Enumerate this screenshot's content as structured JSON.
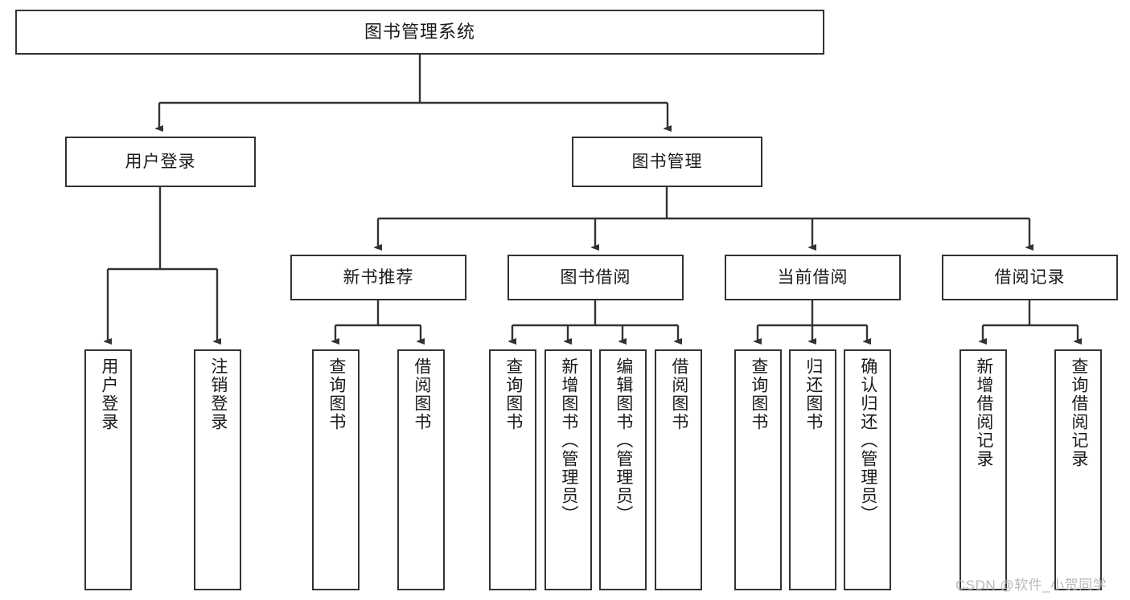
{
  "diagram": {
    "title_node": {
      "label": "图书管理系统"
    },
    "level2": [
      {
        "id": "user-login",
        "label": "用户登录"
      },
      {
        "id": "book-management",
        "label": "图书管理"
      }
    ],
    "level3": [
      {
        "id": "new-book-recommend",
        "label": "新书推荐"
      },
      {
        "id": "book-borrow",
        "label": "图书借阅"
      },
      {
        "id": "current-borrow",
        "label": "当前借阅"
      },
      {
        "id": "borrow-record",
        "label": "借阅记录"
      }
    ],
    "leaves": {
      "user_login": [
        {
          "id": "leaf-user-login",
          "label": "用户登录"
        },
        {
          "id": "leaf-logout-login",
          "label": "注销登录"
        }
      ],
      "new_book_recommend": [
        {
          "id": "leaf-query-book-1",
          "label": "查询图书"
        },
        {
          "id": "leaf-borrow-book-1",
          "label": "借阅图书"
        }
      ],
      "book_borrow": [
        {
          "id": "leaf-query-book-2",
          "label": "查询图书"
        },
        {
          "id": "leaf-add-book",
          "label": "新增图书（管理员）"
        },
        {
          "id": "leaf-edit-book",
          "label": "编辑图书（管理员）"
        },
        {
          "id": "leaf-borrow-book-2",
          "label": "借阅图书"
        }
      ],
      "current_borrow": [
        {
          "id": "leaf-query-book-3",
          "label": "查询图书"
        },
        {
          "id": "leaf-return-book",
          "label": "归还图书"
        },
        {
          "id": "leaf-confirm-return",
          "label": "确认归还（管理员）"
        }
      ],
      "borrow_record": [
        {
          "id": "leaf-add-borrow-record",
          "label": "新增借阅记录"
        },
        {
          "id": "leaf-query-borrow-record",
          "label": "查询借阅记录"
        }
      ]
    },
    "colors": {
      "node_border": "#333333",
      "node_fill": "#ffffff",
      "connector": "#333333",
      "text": "#1a1a1a",
      "watermark": "#b9b9b9"
    }
  },
  "watermark": {
    "text": "CSDN @软件_小贺同学"
  }
}
